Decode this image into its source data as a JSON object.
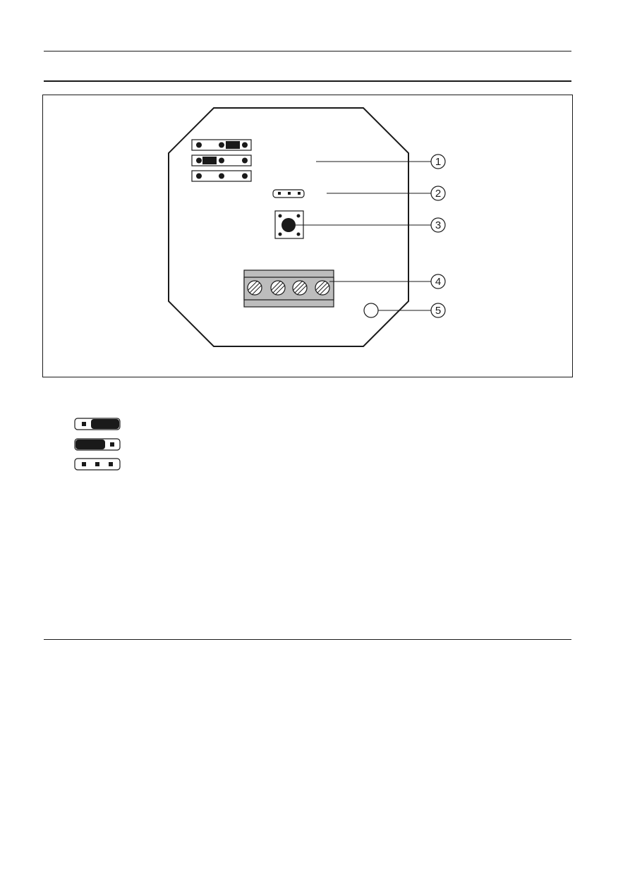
{
  "figure": {
    "callouts": [
      {
        "number": "1",
        "target": "jumper-block"
      },
      {
        "number": "2",
        "target": "three-pin-header"
      },
      {
        "number": "3",
        "target": "push-button"
      },
      {
        "number": "4",
        "target": "terminal-block"
      },
      {
        "number": "5",
        "target": "indicator-led"
      }
    ],
    "terminal_screw_count": 4
  },
  "legend": {
    "items": [
      {
        "name": "jumper-position-right"
      },
      {
        "name": "jumper-position-left"
      },
      {
        "name": "jumper-open"
      }
    ]
  },
  "colors": {
    "ink": "#1a1a1a",
    "terminal_fill": "#bdbdbd",
    "background": "#ffffff"
  }
}
